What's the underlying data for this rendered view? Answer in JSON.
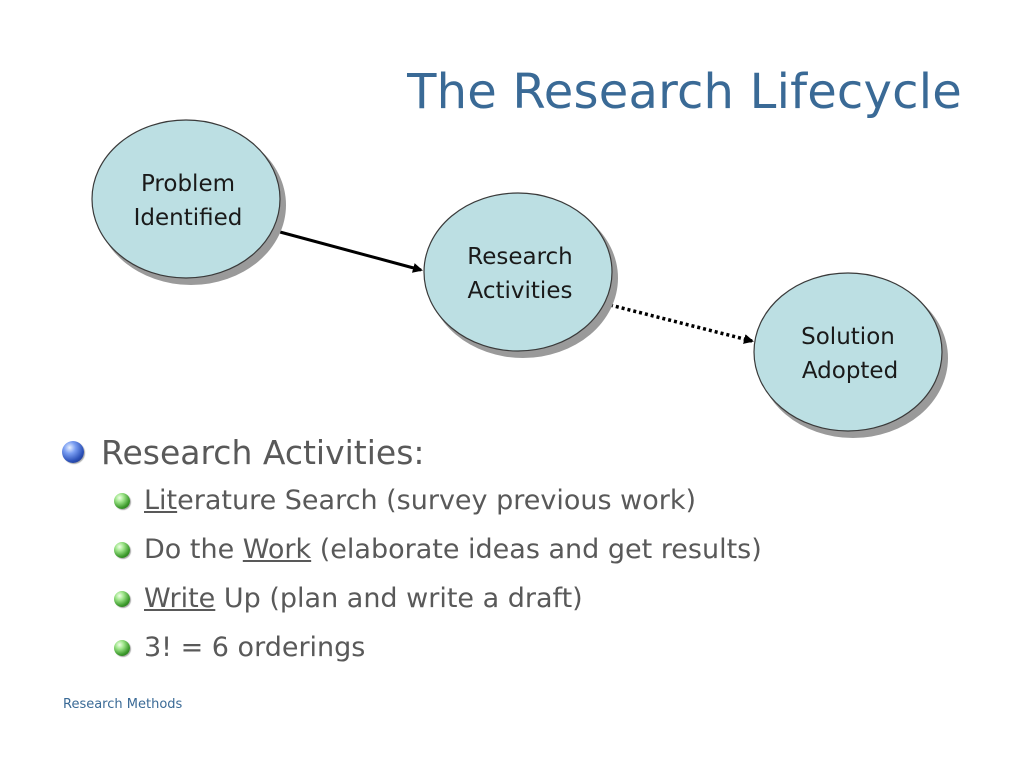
{
  "title": "The Research Lifecycle",
  "diagram": {
    "nodes": [
      {
        "id": "problem",
        "line1": "Problem",
        "line2": "Identified"
      },
      {
        "id": "research",
        "line1": "Research",
        "line2": "Activities"
      },
      {
        "id": "solution",
        "line1": "Solution",
        "line2": "Adopted"
      }
    ],
    "edges": [
      {
        "from": "problem",
        "to": "research",
        "style": "solid"
      },
      {
        "from": "research",
        "to": "solution",
        "style": "dotted"
      }
    ]
  },
  "bullets": {
    "main": "Research Activities:",
    "sub": [
      {
        "underlined": "Lit",
        "rest": "erature Search (survey previous work)"
      },
      {
        "before": "Do the ",
        "underlined": "Work",
        "after": " (elaborate ideas and get results)"
      },
      {
        "underlined": "Write",
        "rest": " Up (plan and write a draft)"
      },
      {
        "text": "3! = 6 orderings"
      }
    ]
  },
  "footer": "Research Methods",
  "colors": {
    "title": "#3a6a96",
    "node_fill": "#bcdfe3",
    "text": "#595959"
  }
}
